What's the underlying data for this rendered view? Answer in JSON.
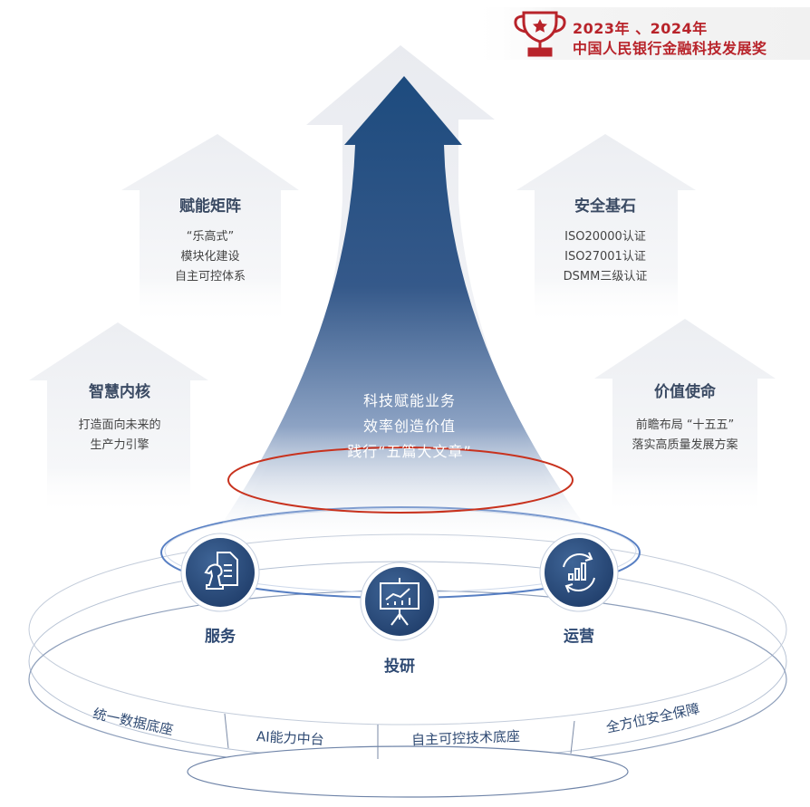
{
  "award": {
    "line1": "2023年 、2024年",
    "line2": "中国人民银行金融科技发展奖",
    "icon": "trophy-icon",
    "color": "#b8232a"
  },
  "center": {
    "lines": [
      "科技赋能业务",
      "效率创造价值",
      "践行“五篇大文章”"
    ]
  },
  "cards": {
    "empower": {
      "title": "赋能矩阵",
      "lines": [
        "“乐高式”",
        "模块化建设",
        "自主可控体系"
      ]
    },
    "security": {
      "title": "安全基石",
      "lines": [
        "ISO20000认证",
        "ISO27001认证",
        "DSMM三级认证"
      ]
    },
    "core": {
      "title": "智慧内核",
      "lines": [
        "打造面向未来的",
        "生产力引擎"
      ]
    },
    "mission": {
      "title": "价值使命",
      "lines": [
        "前瞻布局 “十五五”",
        "落实高质量发展方案"
      ]
    }
  },
  "nodes": {
    "service": {
      "label": "服务",
      "icon": "chess-document-icon"
    },
    "research": {
      "label": "投研",
      "icon": "presentation-chart-icon"
    },
    "operations": {
      "label": "运营",
      "icon": "cycle-chart-icon"
    }
  },
  "base": {
    "items": [
      "统一数据底座",
      "AI能力中台",
      "自主可控技术底座",
      "全方位安全保障"
    ]
  },
  "colors": {
    "arrow_dark": "#1f4d80",
    "ring_red": "#c8321e",
    "ring_blue": "#3a68b8",
    "node_fill": "#2c4f80",
    "text_blue": "#2f4a73"
  }
}
